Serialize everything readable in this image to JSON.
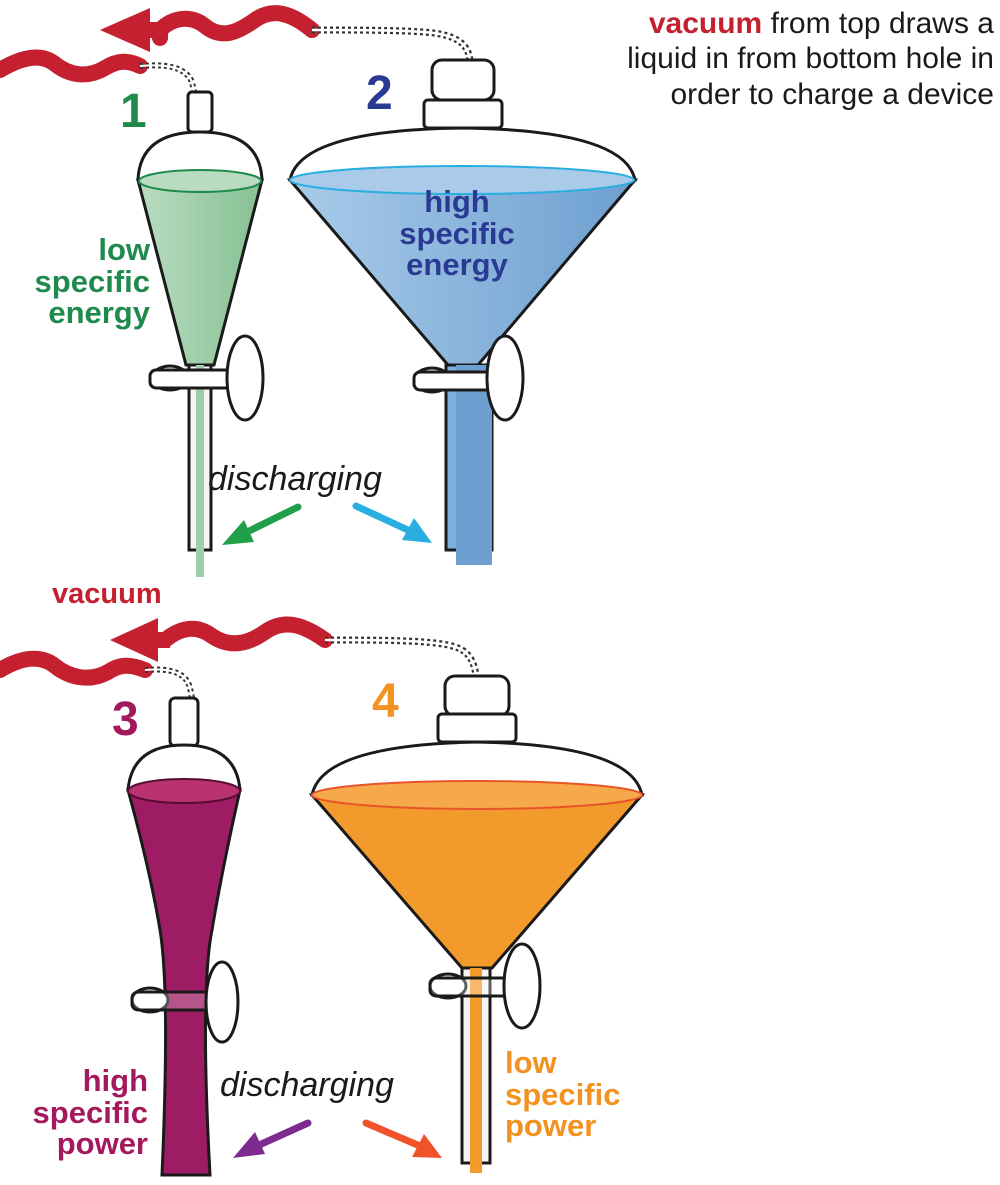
{
  "header": {
    "keyword": "vacuum",
    "line1_rest": " from top draws a",
    "line2": "liquid in from bottom hole in",
    "line3": "order to charge a device"
  },
  "vacuum_label": "vacuum",
  "funnels": [
    {
      "number": "1",
      "label_lines": [
        "low",
        "specific",
        "energy"
      ],
      "color": "#1e8a4c",
      "fill": "#9fcfaa"
    },
    {
      "number": "2",
      "label_lines": [
        "high",
        "specific",
        "energy"
      ],
      "color": "#2a3a93",
      "fill": "#7fb0dd"
    },
    {
      "number": "3",
      "label_lines": [
        "high",
        "specific",
        "power"
      ],
      "color": "#a4195e",
      "fill": "#9e1c63"
    },
    {
      "number": "4",
      "label_lines": [
        "low",
        "specific",
        "power"
      ],
      "color": "#f39220",
      "fill": "#f39a2c"
    }
  ],
  "discharging_label": "discharging",
  "colors": {
    "vacuum_red": "#c4202f",
    "arrow_green": "#21a04a",
    "arrow_cyan": "#2aaee0",
    "arrow_purple": "#7d2b90",
    "arrow_orange": "#f0522a",
    "outline": "#1a1a1a"
  },
  "icons": [
    "vacuum-tube-icon",
    "separatory-funnel-icon",
    "stopcock-icon",
    "arrow-icon"
  ]
}
